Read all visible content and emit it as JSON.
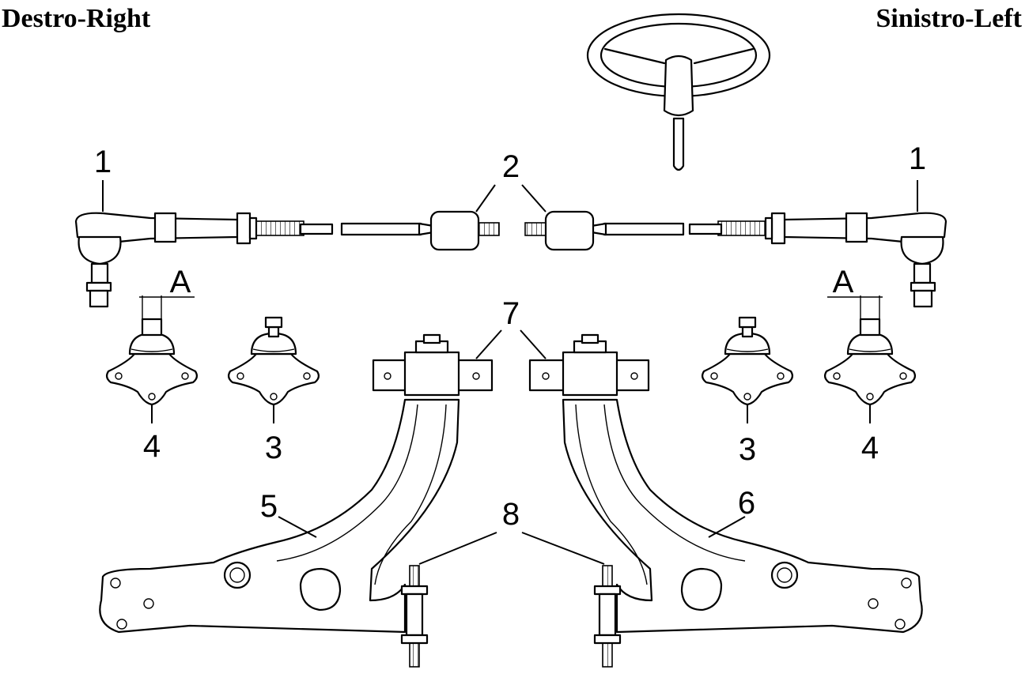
{
  "headers": {
    "right_side": "Destro-Right",
    "left_side": "Sinistro-Left"
  },
  "callouts": {
    "tie_rod_end": "1",
    "inner_tie_rod": "2",
    "ball_joint_small": "3",
    "ball_joint_large": "4",
    "control_arm_right": "5",
    "control_arm_left": "6",
    "arm_bushing": "7",
    "stabilizer_link": "8",
    "dimension": "A"
  }
}
